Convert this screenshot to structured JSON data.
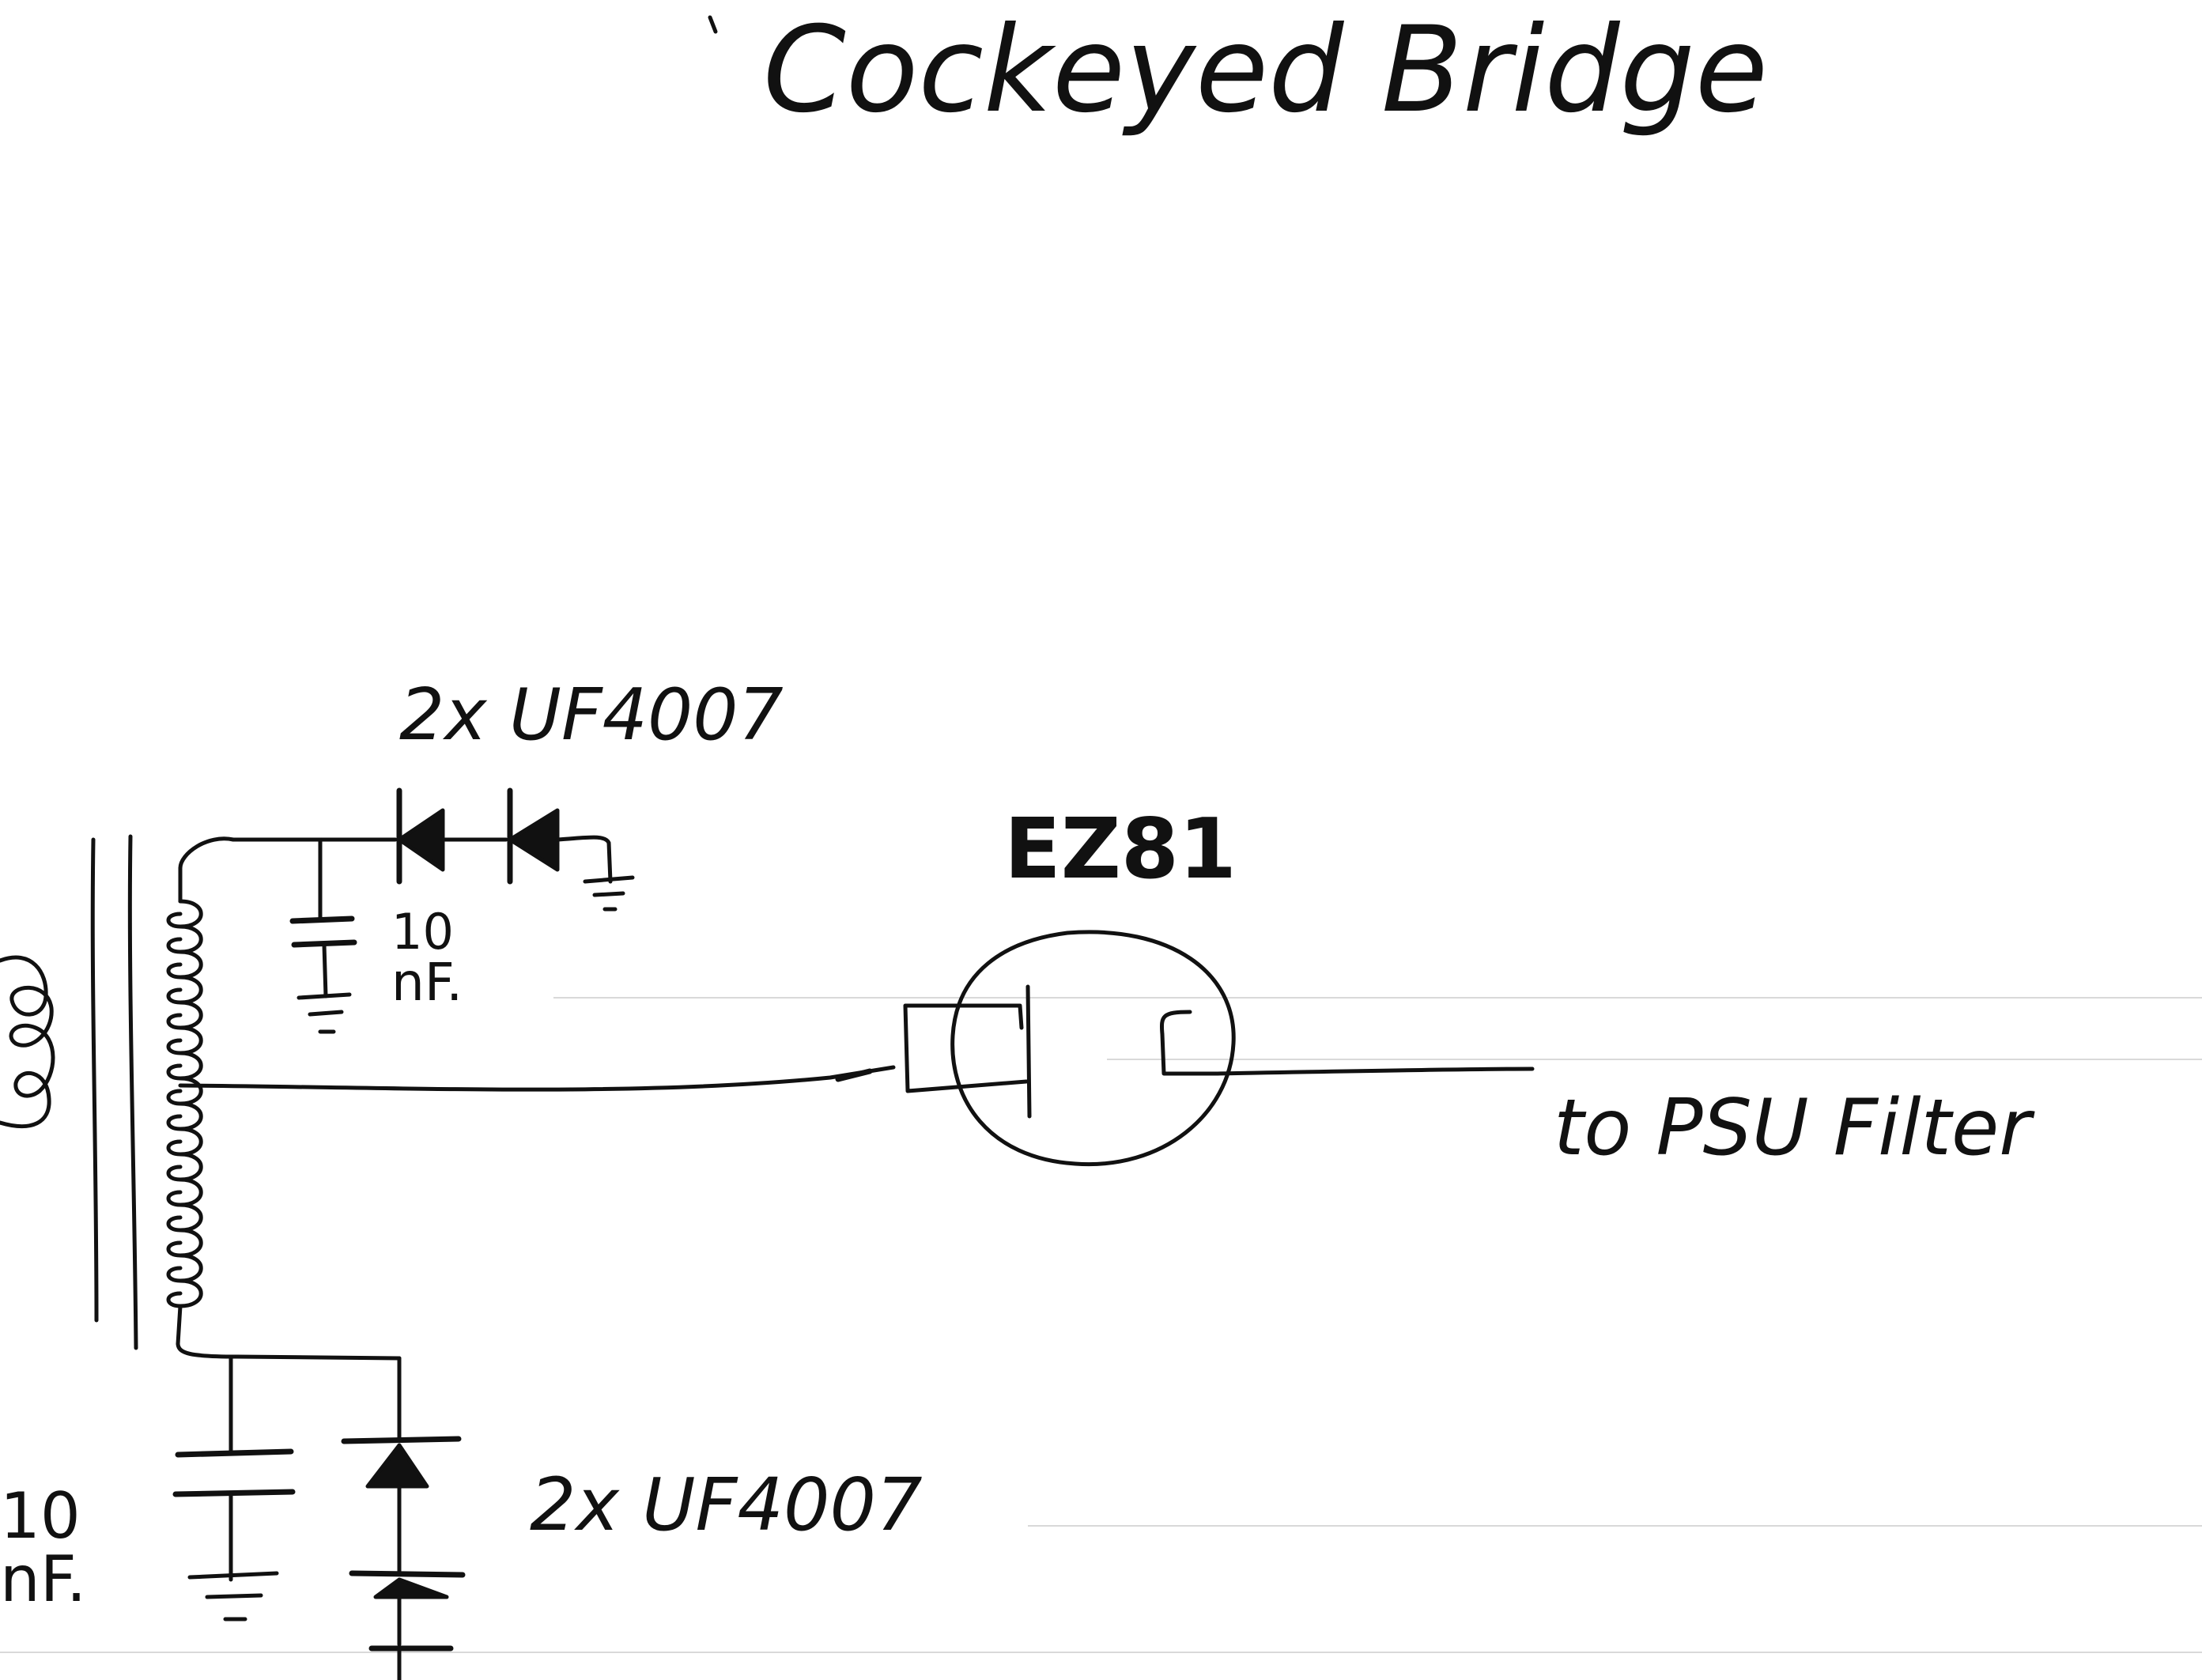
{
  "title": "Cockeyed Bridge",
  "labels": {
    "top_diodes": "2x UF4007",
    "bottom_diodes": "2x UF4007",
    "tube": "EZ81",
    "top_cap_value": "10",
    "top_cap_unit": "nF.",
    "bottom_cap_value": "10",
    "bottom_cap_unit": "nF.",
    "output": "to PSU Filter"
  },
  "colors": {
    "ink": "#111111",
    "paper": "#ffffff",
    "rule": "#d9d9d9"
  }
}
